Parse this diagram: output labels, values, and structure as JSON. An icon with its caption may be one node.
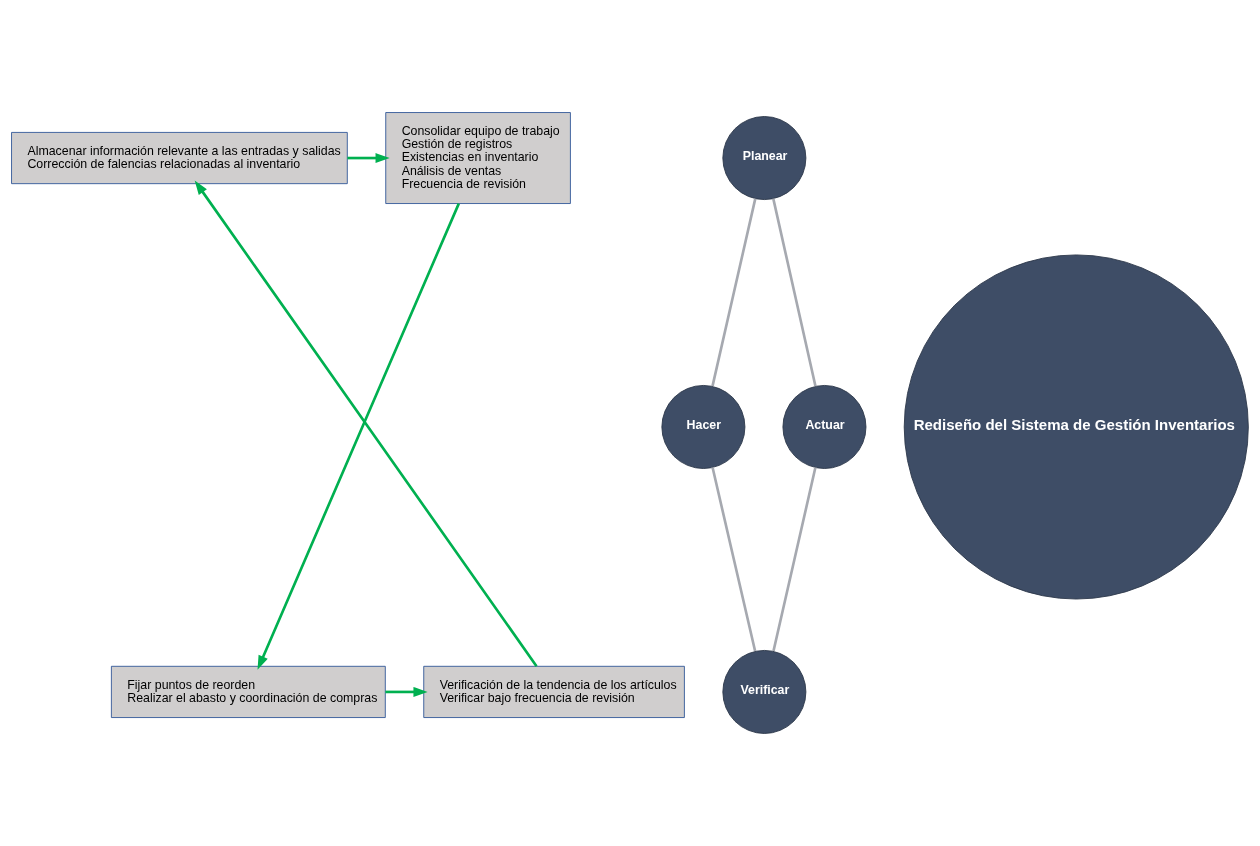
{
  "diagram": {
    "nodes": [
      {
        "text": [
          "Almacenar información relevante a las entradas y salidas",
          "Corrección de falencias relacionadas al inventario"
        ]
      },
      {
        "text": [
          "Planear"
        ]
      },
      {
        "text": [
          "Consolidar equipo de trabajo",
          "Gestión de registros",
          "Existencias en inventario",
          "Análisis de ventas",
          "Frecuencia de revisión"
        ]
      },
      {
        "text": [
          "Actuar"
        ]
      },
      {
        "text": [
          "Rediseño del Sistema de Gestión Inventarios"
        ]
      },
      {
        "text": [
          "Hacer"
        ]
      },
      {
        "text": [
          "Verificación de la tendencia de los artículos",
          "Verificar bajo frecuencia de revisión"
        ]
      },
      {
        "text": [
          "Verificar"
        ]
      },
      {
        "text": [
          "Fijar puntos de reorden",
          "Realizar el abasto y coordinación de compras"
        ]
      }
    ],
    "edges": [
      {
        "from": 0,
        "to": 2,
        "arrow": "to",
        "color": "#00b050"
      },
      {
        "from": 2,
        "to": 8,
        "arrow": "to",
        "color": "#00b050"
      },
      {
        "from": 8,
        "to": 6,
        "arrow": "to",
        "color": "#00b050"
      },
      {
        "from": 6,
        "to": 0,
        "arrow": "to",
        "color": "#00b050"
      },
      {
        "from": 1,
        "to": 5,
        "arrow": "none",
        "color": "#a6a9b0"
      },
      {
        "from": 5,
        "to": 7,
        "arrow": "none",
        "color": "#a6a9b0"
      },
      {
        "from": 7,
        "to": 3,
        "arrow": "none",
        "color": "#a6a9b0"
      },
      {
        "from": 3,
        "to": 1,
        "arrow": "none",
        "color": "#a6a9b0"
      }
    ]
  }
}
